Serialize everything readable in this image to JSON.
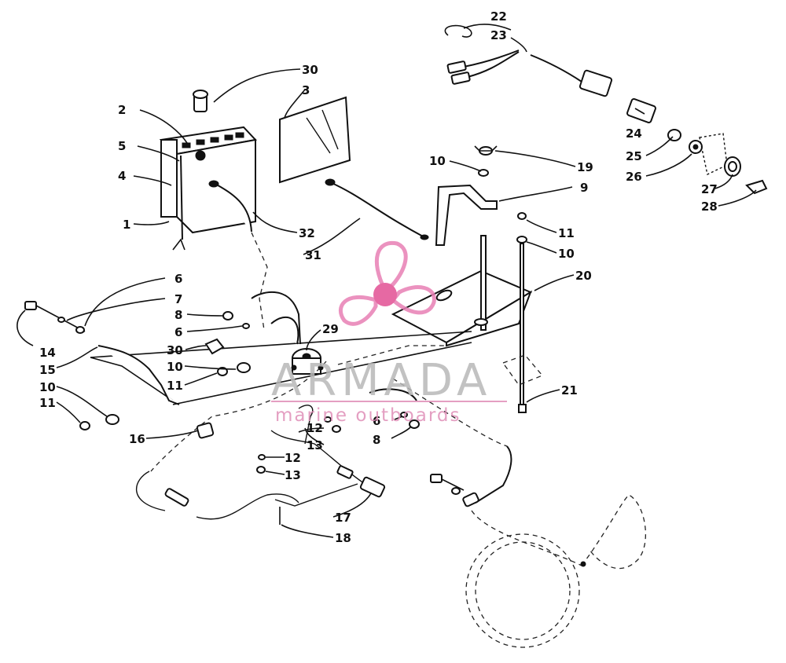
{
  "callouts": [
    {
      "id": "c30a",
      "text": "30"
    },
    {
      "id": "c3",
      "text": "3"
    },
    {
      "id": "c2",
      "text": "2"
    },
    {
      "id": "c5",
      "text": "5"
    },
    {
      "id": "c4",
      "text": "4"
    },
    {
      "id": "c1",
      "text": "1"
    },
    {
      "id": "c32",
      "text": "32"
    },
    {
      "id": "c31",
      "text": "31"
    },
    {
      "id": "c22",
      "text": "22"
    },
    {
      "id": "c23",
      "text": "23"
    },
    {
      "id": "c24",
      "text": "24"
    },
    {
      "id": "c25",
      "text": "25"
    },
    {
      "id": "c26",
      "text": "26"
    },
    {
      "id": "c27",
      "text": "27"
    },
    {
      "id": "c28",
      "text": "28"
    },
    {
      "id": "c10a",
      "text": "10"
    },
    {
      "id": "c19",
      "text": "19"
    },
    {
      "id": "c9",
      "text": "9"
    },
    {
      "id": "c11a",
      "text": "11"
    },
    {
      "id": "c10b",
      "text": "10"
    },
    {
      "id": "c20",
      "text": "20"
    },
    {
      "id": "c6a",
      "text": "6"
    },
    {
      "id": "c7",
      "text": "7"
    },
    {
      "id": "c8a",
      "text": "8"
    },
    {
      "id": "c6b",
      "text": "6"
    },
    {
      "id": "c30b",
      "text": "30"
    },
    {
      "id": "c29",
      "text": "29"
    },
    {
      "id": "c10c",
      "text": "10"
    },
    {
      "id": "c11b",
      "text": "11"
    },
    {
      "id": "c14",
      "text": "14"
    },
    {
      "id": "c15",
      "text": "15"
    },
    {
      "id": "c10d",
      "text": "10"
    },
    {
      "id": "c11c",
      "text": "11"
    },
    {
      "id": "c16",
      "text": "16"
    },
    {
      "id": "c21",
      "text": "21"
    },
    {
      "id": "c12a",
      "text": "12"
    },
    {
      "id": "c13a",
      "text": "13"
    },
    {
      "id": "c6c",
      "text": "6"
    },
    {
      "id": "c8b",
      "text": "8"
    },
    {
      "id": "c12b",
      "text": "12"
    },
    {
      "id": "c13b",
      "text": "13"
    },
    {
      "id": "c17",
      "text": "17"
    },
    {
      "id": "c18",
      "text": "18"
    }
  ],
  "watermark": {
    "brand": "ARMADA",
    "tagline": "marine outboards",
    "logo_color": "#e87fb5",
    "logo_center_color": "#e24f93"
  }
}
